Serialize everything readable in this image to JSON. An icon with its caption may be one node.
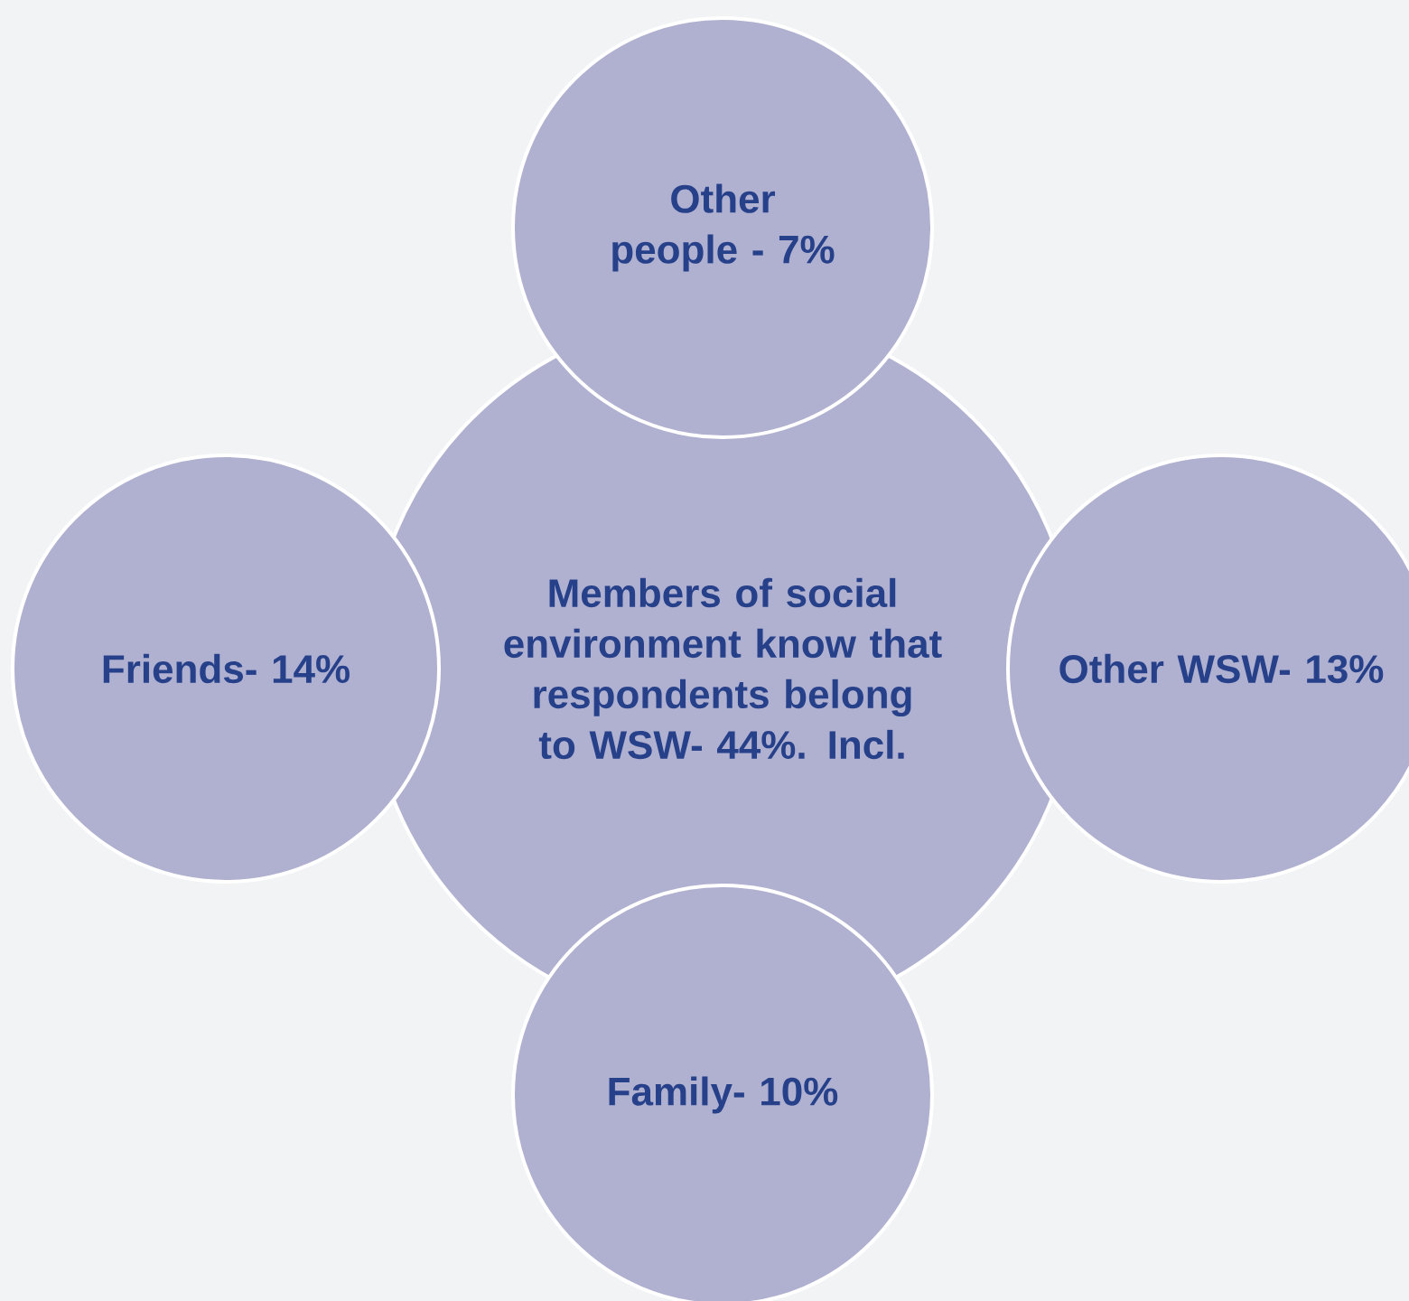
{
  "diagram": {
    "nodes": [
      {
        "text": [
          "Members of social environment know that respondents belong to WSW- 44%. Incl."
        ]
      },
      {
        "text": [
          "Other people - 7%"
        ]
      },
      {
        "text": [
          "Friends- 14%"
        ]
      },
      {
        "text": [
          "Other WSW- 13%"
        ]
      },
      {
        "text": [
          "Family- 10%"
        ]
      }
    ]
  }
}
